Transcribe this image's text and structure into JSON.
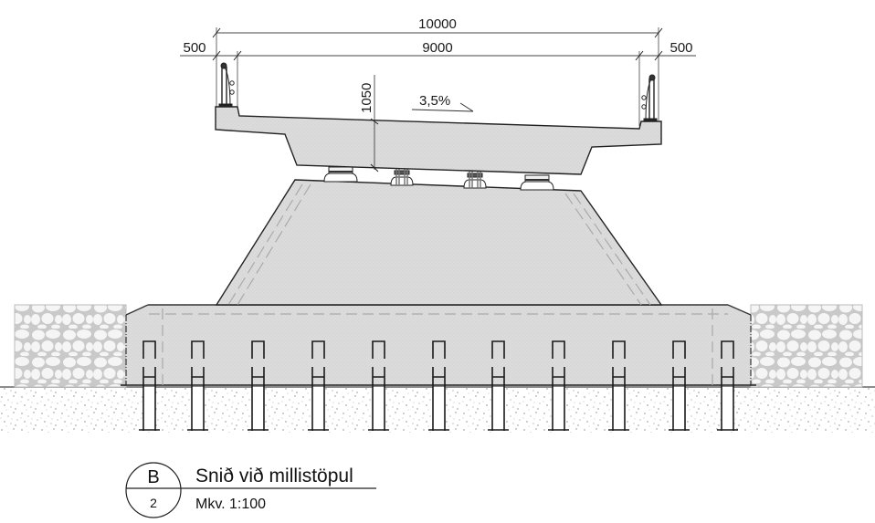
{
  "drawing": {
    "type": "bridge cross-section",
    "dimensions": {
      "overall_width": "10000",
      "roadway_width": "9000",
      "left_edge": "500",
      "right_edge": "500",
      "deck_depth": "1050",
      "cross_slope": "3,5%"
    },
    "title_block": {
      "section_letter": "B",
      "sheet_number": "2",
      "title": "Snið við millistöpul",
      "scale": "Mkv. 1:100"
    },
    "colors": {
      "concrete_fill": "#dcdcdc",
      "line": "#1a1a1a",
      "hidden_line": "#a8a8a8",
      "riprap_fill": "#f4f4f4",
      "riprap_stone": "#c8c8c8"
    },
    "pile_count": 11
  }
}
